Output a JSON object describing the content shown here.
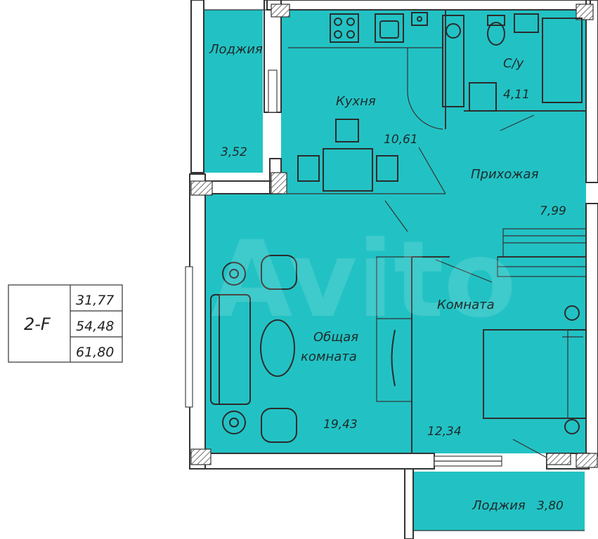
{
  "legend": {
    "code": "2-F",
    "areas": [
      "31,77",
      "54,48",
      "61,80"
    ]
  },
  "rooms": {
    "loggia_left": {
      "name": "Лоджия",
      "area": "3,52"
    },
    "kitchen": {
      "name": "Кухня",
      "area": "10,61"
    },
    "bathroom": {
      "name": "С/у",
      "area": "4,11"
    },
    "hallway": {
      "name": "Прихожая",
      "area": "7,99"
    },
    "living_room": {
      "name_line1": "Общая",
      "name_line2": "комната",
      "area": "19,43"
    },
    "bedroom": {
      "name": "Комната",
      "area": "12,34"
    },
    "loggia_bottom": {
      "name": "Лоджия",
      "area": "3,80"
    }
  },
  "watermark": "Avito",
  "colors": {
    "room_fill": "#22c2c4",
    "wall": "#333333",
    "background": "#ffffff"
  }
}
